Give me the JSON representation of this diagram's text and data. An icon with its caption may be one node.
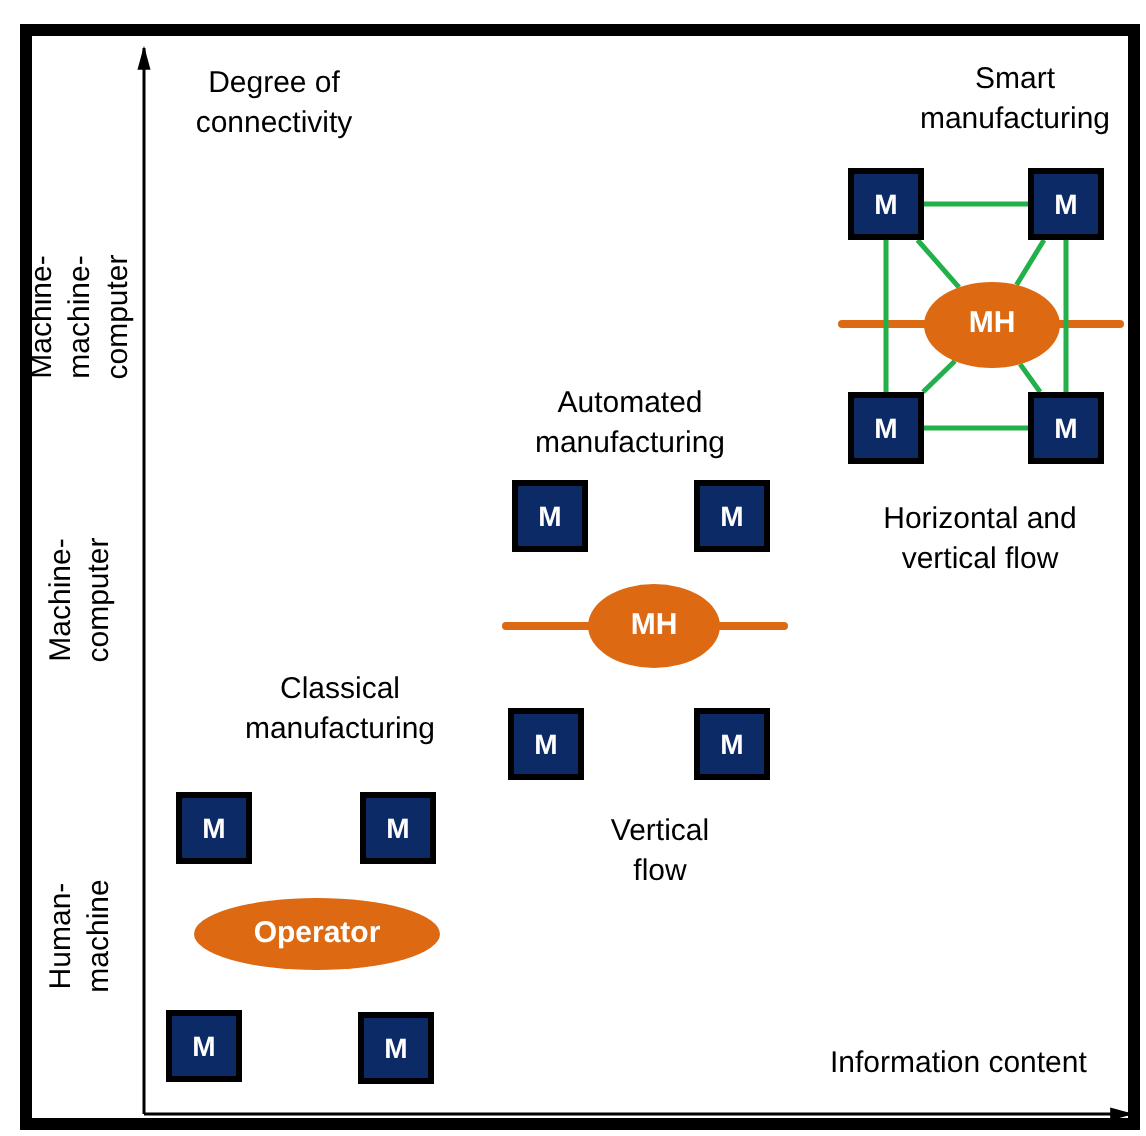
{
  "diagram": {
    "nodes": [
      {
        "text": [
          "M"
        ]
      },
      {
        "text": [
          "M"
        ]
      },
      {
        "text": [
          "Operator"
        ]
      },
      {
        "text": [
          "M"
        ]
      },
      {
        "text": [
          "M"
        ]
      },
      {
        "text": [
          "M"
        ]
      },
      {
        "text": [
          "M"
        ]
      },
      {
        "text": [
          "MH"
        ]
      },
      {
        "text": [
          "M"
        ]
      },
      {
        "text": [
          "M"
        ]
      },
      {
        "text": [
          "M"
        ]
      },
      {
        "text": [
          "M"
        ]
      },
      {
        "text": [
          "MH"
        ]
      },
      {
        "text": [
          "M"
        ]
      },
      {
        "text": [
          "M"
        ]
      }
    ],
    "edges": [
      {
        "from": 10,
        "to": 11,
        "arrow": "none"
      },
      {
        "from": 10,
        "to": 12,
        "arrow": "none"
      },
      {
        "from": 11,
        "to": 12,
        "arrow": "none"
      },
      {
        "from": 10,
        "to": 13,
        "arrow": "none"
      },
      {
        "from": 11,
        "to": 14,
        "arrow": "none"
      },
      {
        "from": 13,
        "to": 12,
        "arrow": "none"
      },
      {
        "from": 14,
        "to": 12,
        "arrow": "none"
      },
      {
        "from": 13,
        "to": 14,
        "arrow": "none"
      }
    ],
    "labels": [
      "Degree of connectivity",
      "Smart manufacturing",
      "Machine- machine- computer",
      "Automated manufacturing",
      "Horizontal and vertical flow",
      "Machine- computer",
      "Classical manufacturing",
      "Vertical flow",
      "Human- machine",
      "Information content"
    ]
  }
}
